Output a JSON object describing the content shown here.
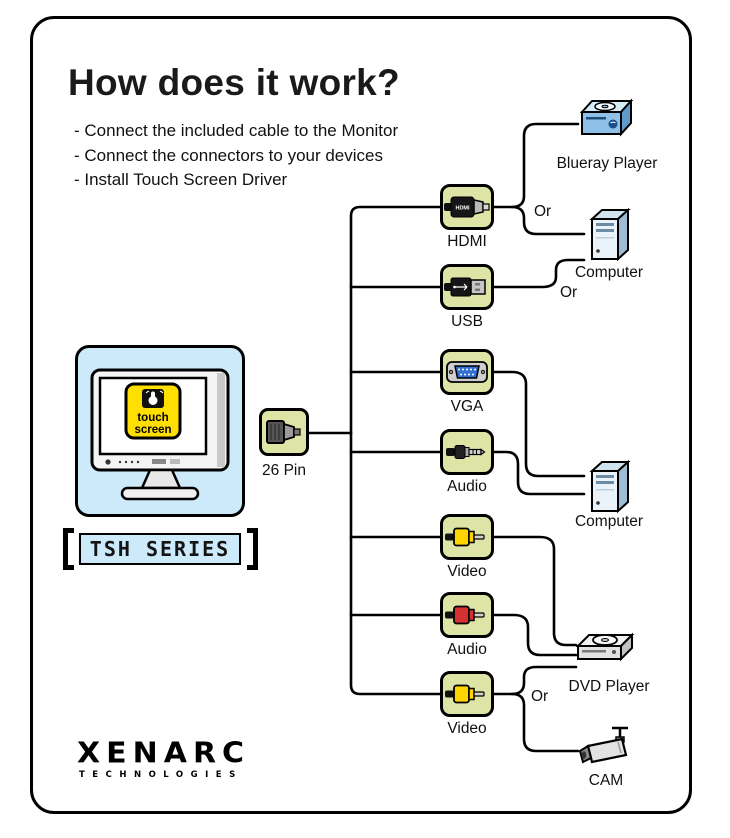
{
  "title": "How does it work?",
  "instructions": [
    "-  Connect the included cable to the Monitor",
    "-  Connect the connectors to your devices",
    "-  Install Touch Screen Driver"
  ],
  "monitor": {
    "touch_line1": "touch",
    "touch_line2": "screen",
    "series_label": "TSH SERIES"
  },
  "cable": {
    "label": "26 Pin"
  },
  "connectors": [
    {
      "label": "HDMI",
      "type": "hdmi",
      "icon_text": "HDMI"
    },
    {
      "label": "USB",
      "type": "usb"
    },
    {
      "label": "VGA",
      "type": "vga"
    },
    {
      "label": "Audio",
      "type": "audio-jack"
    },
    {
      "label": "Video",
      "type": "rca-video",
      "color": "#ffd400"
    },
    {
      "label": "Audio",
      "type": "rca-audio",
      "color": "#d63030"
    },
    {
      "label": "Video",
      "type": "rca-video",
      "color": "#ffd400"
    }
  ],
  "devices": [
    {
      "label": "Blueray Player"
    },
    {
      "label": "Computer"
    },
    {
      "label": "Computer"
    },
    {
      "label": "DVD Player"
    },
    {
      "label": "CAM"
    }
  ],
  "or_labels": [
    "Or",
    "Or",
    "Or"
  ],
  "brand": {
    "name": "XENARC",
    "tagline": "TECHNOLOGIES"
  },
  "colors": {
    "panel_blue": "#cdeafa",
    "connector_green": "#dde4a5",
    "touch_yellow": "#ffdf00",
    "line_black": "#000000"
  }
}
